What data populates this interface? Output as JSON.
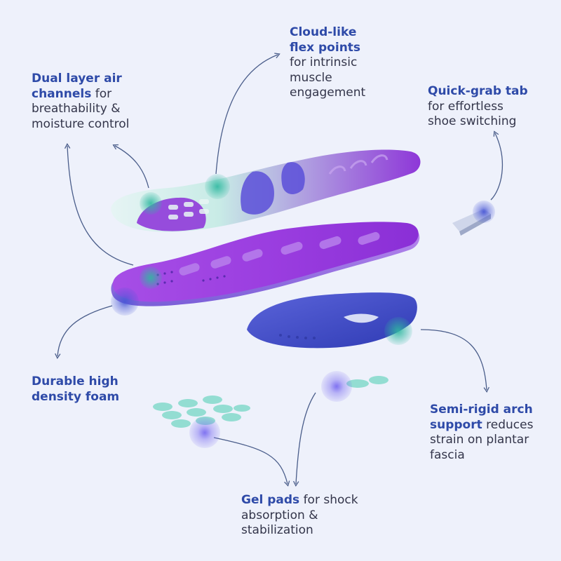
{
  "labels": {
    "air": {
      "bold1": "Dual layer air",
      "bold2": "channels",
      "rest1": " for",
      "rest2": "breathability &",
      "rest3": "moisture control"
    },
    "flex": {
      "bold1": "Cloud-like",
      "bold2": "flex points",
      "rest1": "for intrinsic",
      "rest2": "muscle",
      "rest3": "engagement"
    },
    "tab": {
      "bold1": "Quick-grab tab",
      "rest1": "for effortless",
      "rest2": "shoe switching"
    },
    "foam": {
      "bold1": "Durable high",
      "bold2": "density foam"
    },
    "arch": {
      "bold1": "Semi-rigid arch",
      "bold2": "support",
      "rest1": " reduces",
      "rest2": "strain on plantar",
      "rest3": "fascia"
    },
    "gel": {
      "bold1": "Gel pads",
      "rest1": " for shock",
      "rest2": "absorption &",
      "rest3": "stabilization"
    }
  },
  "colors": {
    "background": "#eef1fb",
    "label_bold": "#2e4aa8",
    "label_text": "#33354a",
    "connector": "#4a5d8a",
    "marker_teal": "#2fb8a0",
    "marker_blue": "#4a58d6",
    "marker_violet": "#7a6cf0",
    "insole_purple": "#8a2fd6",
    "insole_violet": "#9b3ee0",
    "mint": "#bfe7e2",
    "arch_blue": "#3d49c6",
    "gel_mint": "#93ddd2"
  }
}
